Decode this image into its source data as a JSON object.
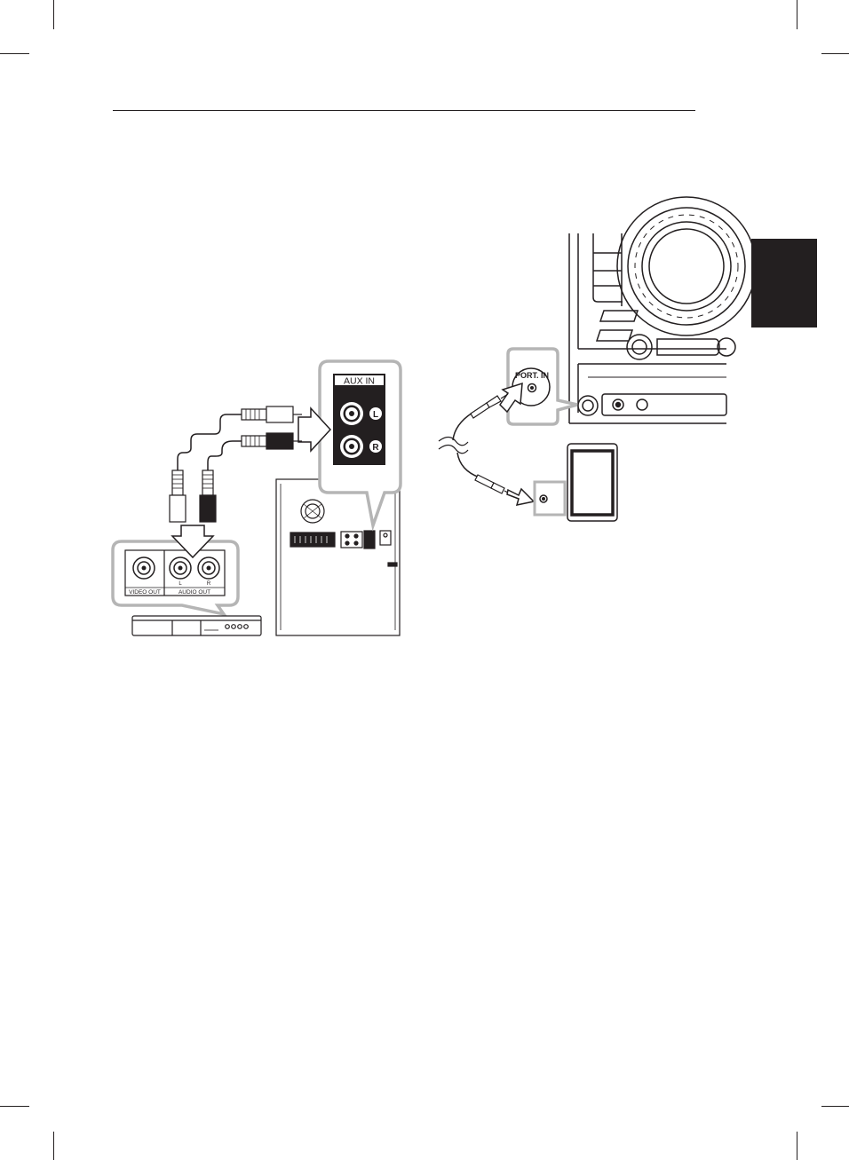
{
  "labels": {
    "aux_in": "AUX IN",
    "left": "L",
    "right": "R",
    "port_in": "PORT. IN",
    "video_out": "VIDEO OUT",
    "audio_out": "AUDIO OUT",
    "audio_out_l": "L",
    "audio_out_r": "R"
  },
  "colors": {
    "ink": "#231f20",
    "callout_border": "#b5b5b5",
    "callout_fill": "#ffffff",
    "panel_dark": "#231f20",
    "arrow_fill": "#ffffff"
  }
}
